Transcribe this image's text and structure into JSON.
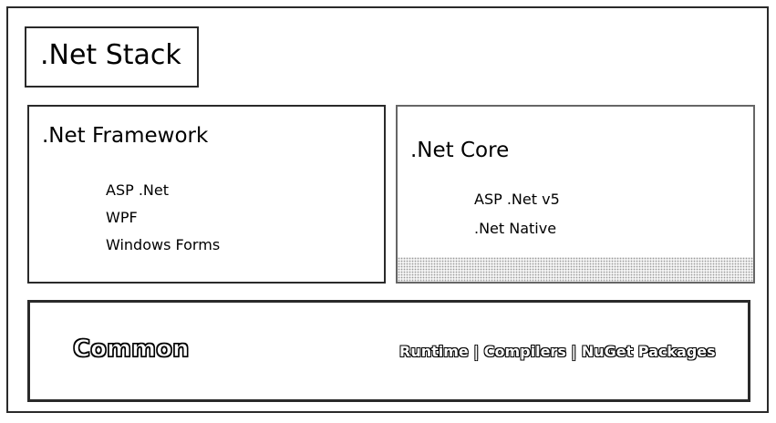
{
  "stack": {
    "title": ".Net Stack"
  },
  "framework": {
    "title": ".Net Framework",
    "items": [
      "ASP .Net",
      "WPF",
      "Windows Forms"
    ]
  },
  "core": {
    "title": ".Net Core",
    "items": [
      "ASP .Net v5",
      ".Net Native"
    ]
  },
  "common": {
    "title": "Common",
    "items": "Runtime | Compilers | NuGet Packages"
  },
  "colors": {
    "border": "#2a2a2a",
    "core_border": "#666666",
    "background": "#ffffff"
  }
}
